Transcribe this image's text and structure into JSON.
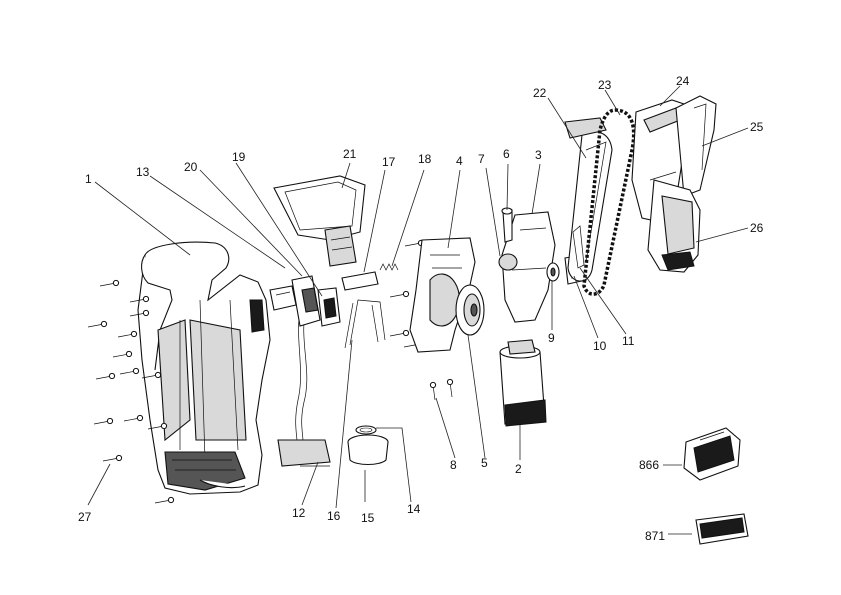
{
  "labels": {
    "p1": "1",
    "p2": "2",
    "p3": "3",
    "p4": "4",
    "p5": "5",
    "p6": "6",
    "p7": "7",
    "p8": "8",
    "p9": "9",
    "p10": "10",
    "p11": "11",
    "p12": "12",
    "p13": "13",
    "p14": "14",
    "p15": "15",
    "p16": "16",
    "p17": "17",
    "p18": "18",
    "p19": "19",
    "p20": "20",
    "p21": "21",
    "p22": "22",
    "p23": "23",
    "p24": "24",
    "p25": "25",
    "p26": "26",
    "p27": "27",
    "p866": "866",
    "p871": "871"
  }
}
